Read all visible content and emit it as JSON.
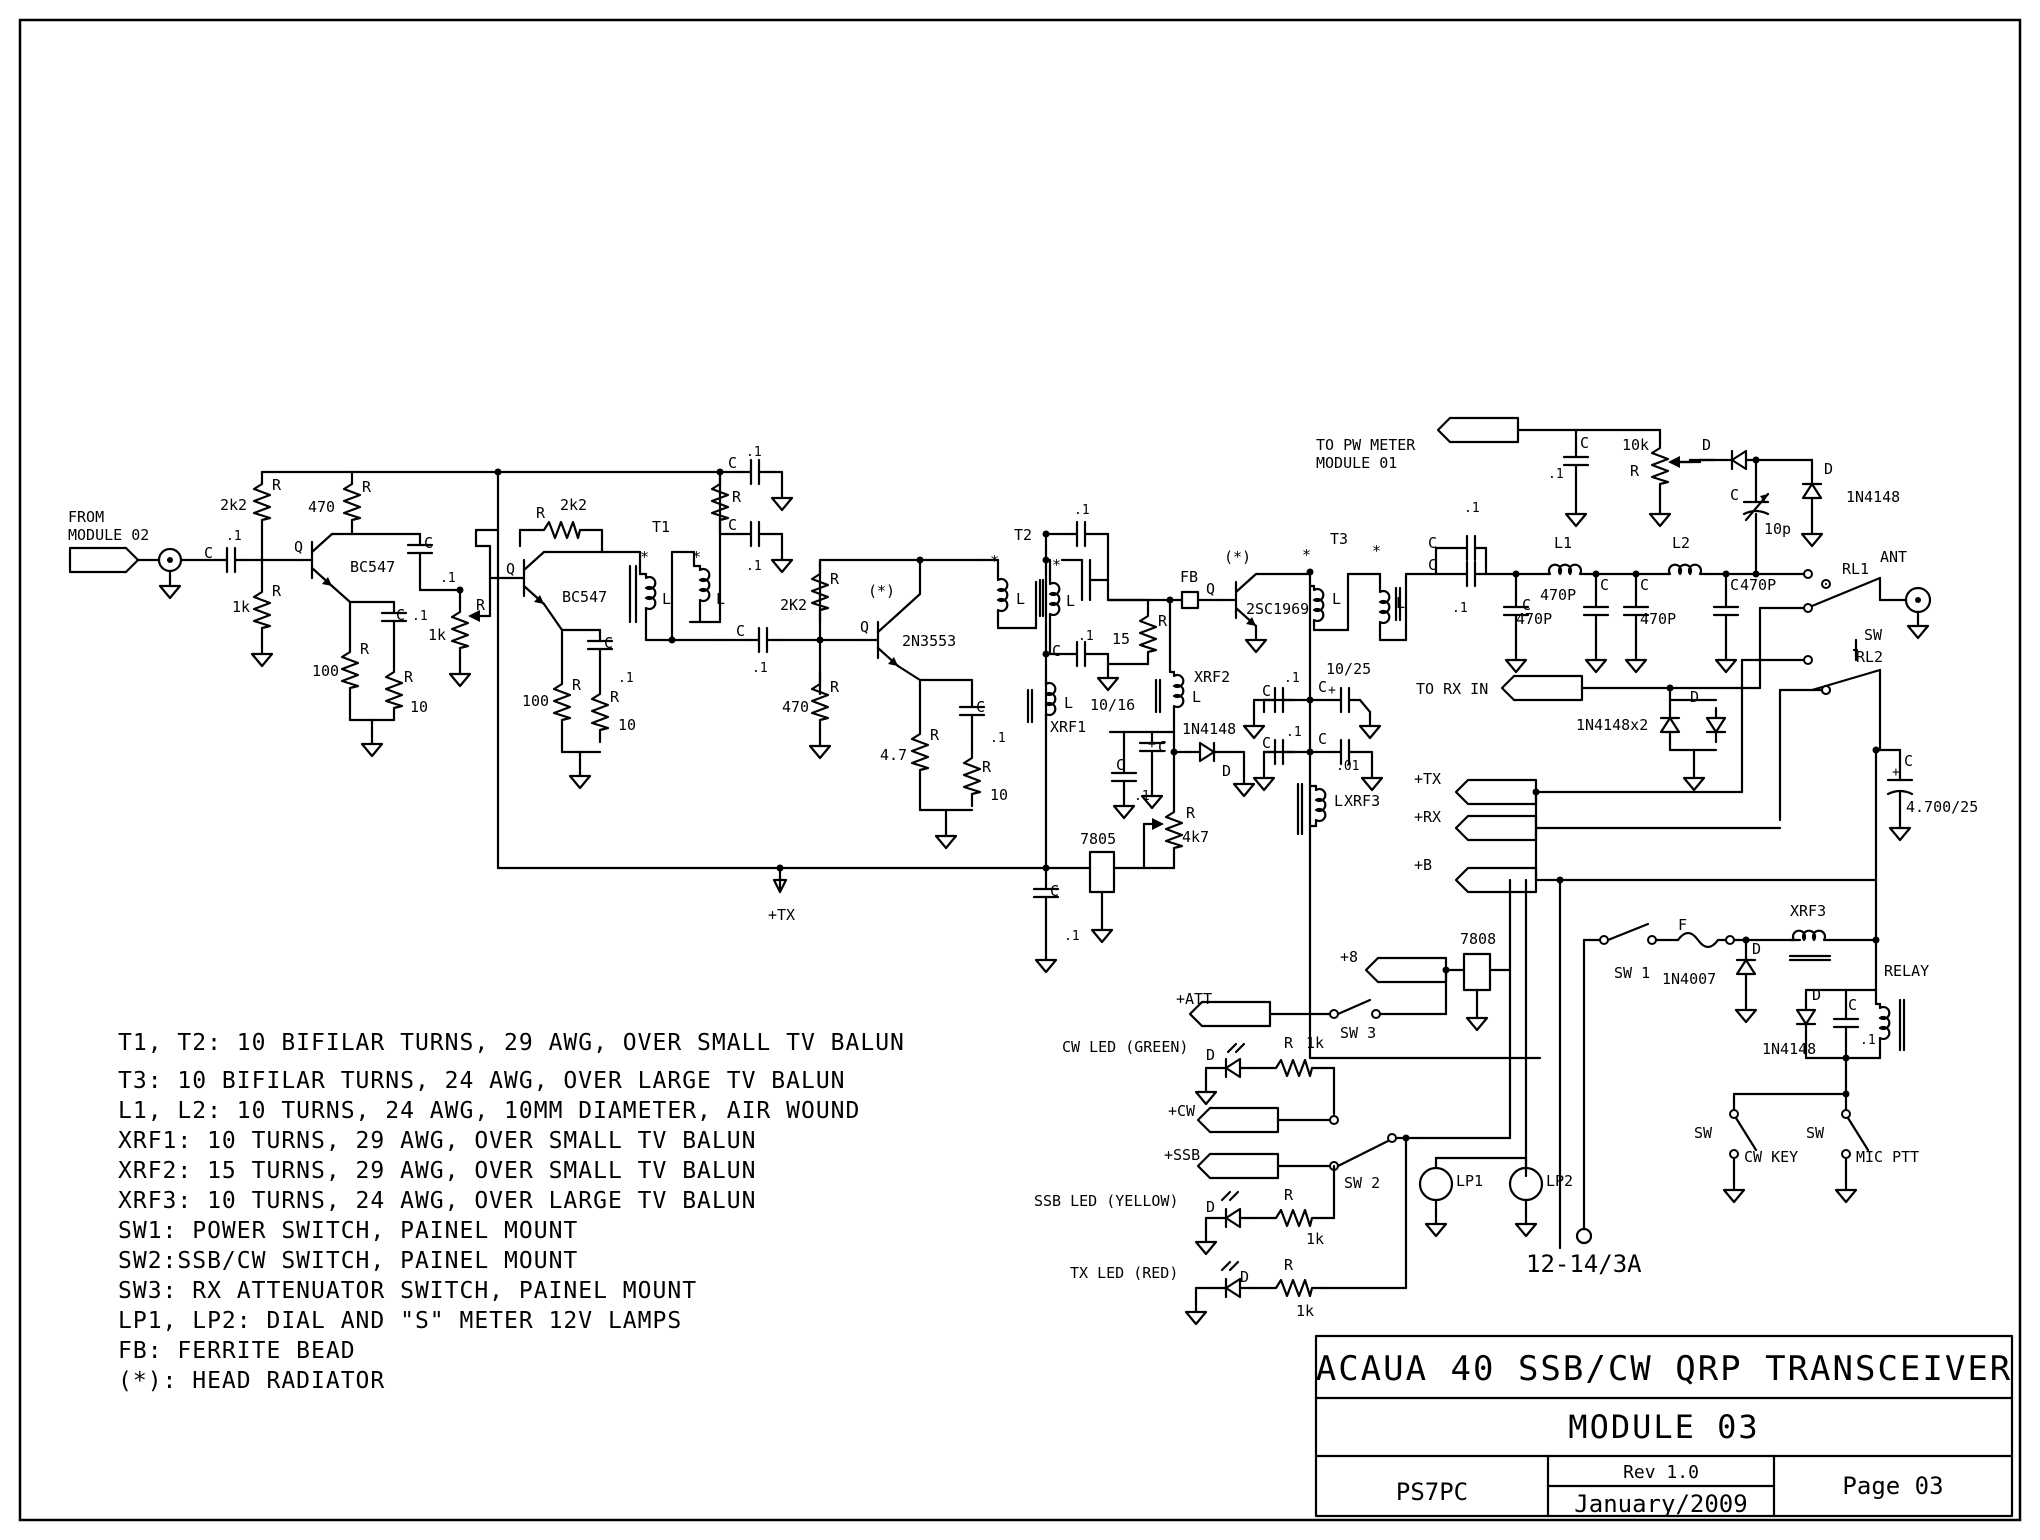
{
  "labels": {
    "from_module": [
      "FROM",
      "MODULE 02"
    ],
    "q": "Q",
    "r": "R",
    "c": "C",
    "l": "L",
    "d": "D",
    "c01": ".1",
    "r2k2": "2k2",
    "r470": "470",
    "r1k": "1k",
    "r100": "100",
    "r10": "10",
    "bc547": "BC547",
    "t1": "T1",
    "t2": "T2",
    "t3": "T3",
    "star": "*",
    "heat": "(*)",
    "n2k2": "2K2",
    "n2n3553": "2N3553",
    "r47": "4.7",
    "fb": "FB",
    "n2sc1969": "2SC1969",
    "r15": "15",
    "xrf1": "XRF1",
    "xrf2": "XRF2",
    "xrf3": "XRF3",
    "c10_16": "10/16",
    "c10_25": "10/25",
    "c01b": ".01",
    "n1n4148": "1N4148",
    "r4k7": "4k7",
    "reg7805": "7805",
    "ptx": "+TX",
    "to_pw": [
      "TO PW METER",
      "MODULE 01"
    ],
    "r10k": "10k",
    "c10p": "10p",
    "l1": "L1",
    "l2": "L2",
    "c470p": "470P",
    "ant": "ANT",
    "rl1": "RL1",
    "rl2": "RL2",
    "sw": "SW",
    "to_rx": "TO RX IN",
    "n1n4148x2": "1N4148x2",
    "c4700": "4.700/25",
    "prx": "+RX",
    "pb": "+B",
    "p8": "+8",
    "reg7808": "7808",
    "patt": "+ATT",
    "sw3": "SW 3",
    "cw_led": "CW LED (GREEN)",
    "pcw": "+CW",
    "pssb": "+SSB",
    "sw2": "SW 2",
    "ssb_led": "SSB LED (YELLOW)",
    "tx_led": "TX LED (RED)",
    "lp1": "LP1",
    "lp2": "LP2",
    "supply": "12-14/3A",
    "sw1": "SW 1",
    "f": "F",
    "n1n4007": "1N4007",
    "relay": "RELAY",
    "cw_key": "CW KEY",
    "mic_ptt": "MIC PTT"
  },
  "notes": [
    "T1, T2: 10 BIFILAR TURNS, 29 AWG, OVER SMALL TV BALUN",
    "T3: 10 BIFILAR TURNS, 24 AWG, OVER LARGE TV BALUN",
    "L1, L2: 10 TURNS, 24 AWG, 10MM DIAMETER, AIR WOUND",
    "XRF1: 10 TURNS, 29 AWG, OVER SMALL TV BALUN",
    "XRF2: 15 TURNS, 29 AWG, OVER SMALL TV BALUN",
    "XRF3: 10 TURNS, 24 AWG, OVER LARGE TV BALUN",
    "SW1: POWER SWITCH, PAINEL MOUNT",
    "SW2:SSB/CW SWITCH, PAINEL MOUNT",
    "SW3: RX ATTENUATOR SWITCH, PAINEL MOUNT",
    "LP1, LP2: DIAL AND \"S\" METER  12V LAMPS",
    "FB: FERRITE BEAD",
    "(*): HEAD RADIATOR"
  ],
  "title_block": {
    "title": "ACAUA 40 SSB/CW QRP TRANSCEIVER",
    "module": "MODULE 03",
    "author": "PS7PC",
    "revision": "Rev 1.0",
    "date": "January/2009",
    "page": "Page 03"
  }
}
